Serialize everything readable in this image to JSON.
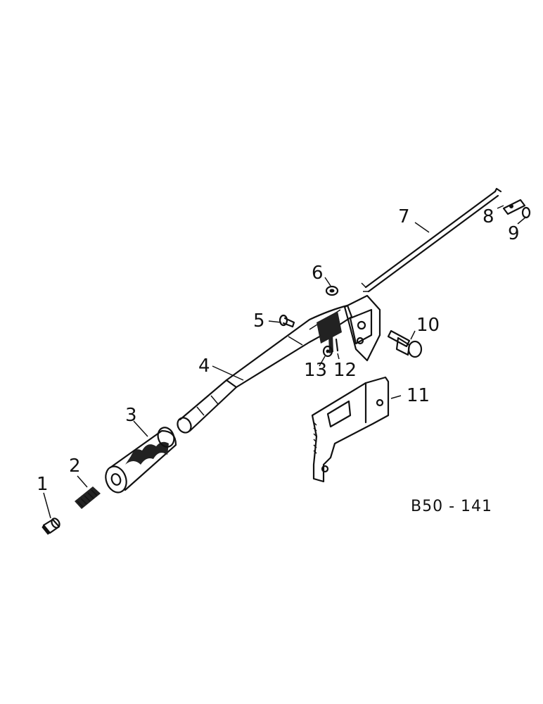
{
  "figure_code": "B50 - 141",
  "callouts": [
    "1",
    "2",
    "3",
    "4",
    "5",
    "6",
    "7",
    "8",
    "9",
    "10",
    "11",
    "12",
    "13"
  ]
}
